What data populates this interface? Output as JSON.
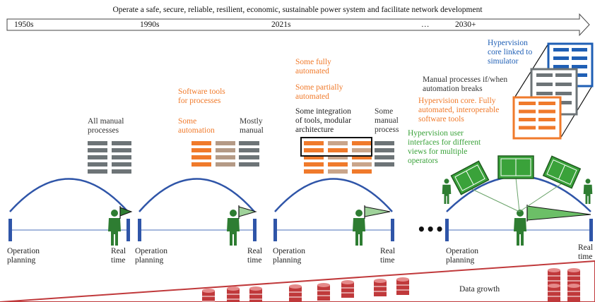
{
  "header": {
    "title": "Operate a safe, secure, reliable, resilient, economic, sustainable power system and facilitate network development",
    "eras": [
      "1950s",
      "1990s",
      "2021s",
      "…",
      "2030+"
    ]
  },
  "stage1": {
    "label": [
      "All manual",
      "processes"
    ],
    "left": [
      "Operation",
      "planning"
    ],
    "right": [
      "Real",
      "time"
    ]
  },
  "stage2": {
    "tools": [
      "Software tools",
      "for processes"
    ],
    "some_auto": [
      "Some",
      "automation"
    ],
    "mostly_manual": [
      "Mostly",
      "manual"
    ],
    "left": [
      "Operation",
      "planning"
    ],
    "right": [
      "Real",
      "time"
    ]
  },
  "stage3": {
    "fully": [
      "Some fully",
      "automated"
    ],
    "partially": [
      "Some partially",
      "automated"
    ],
    "integration": [
      "Some integration",
      "of tools, modular",
      "architecture"
    ],
    "manual": [
      "Some",
      "manual",
      "process"
    ],
    "left": [
      "Operation",
      "planning"
    ],
    "right": [
      "Real",
      "time"
    ]
  },
  "stage4": {
    "ellipsis": "•••",
    "core_sim": [
      "Hypervision",
      "core linked to",
      "simulator"
    ],
    "manual_breaks": [
      "Manual processes if/when",
      "automation breaks"
    ],
    "core_auto": [
      "Hypervision core. Fully",
      "automated, interoperable",
      "software tools"
    ],
    "ui": [
      "Hypervision user",
      "interfaces for different",
      "views for multiple",
      "operators"
    ],
    "left": [
      "Operation",
      "planning"
    ],
    "right": [
      "Real",
      "time"
    ]
  },
  "footer": {
    "data_growth": "Data growth"
  },
  "colors": {
    "orange": "#f07a2b",
    "gray": "#6d7477",
    "blue": "#1f5fb5",
    "green": "#3aa23a",
    "arc": "#2f55a8",
    "red": "#c0393b"
  }
}
